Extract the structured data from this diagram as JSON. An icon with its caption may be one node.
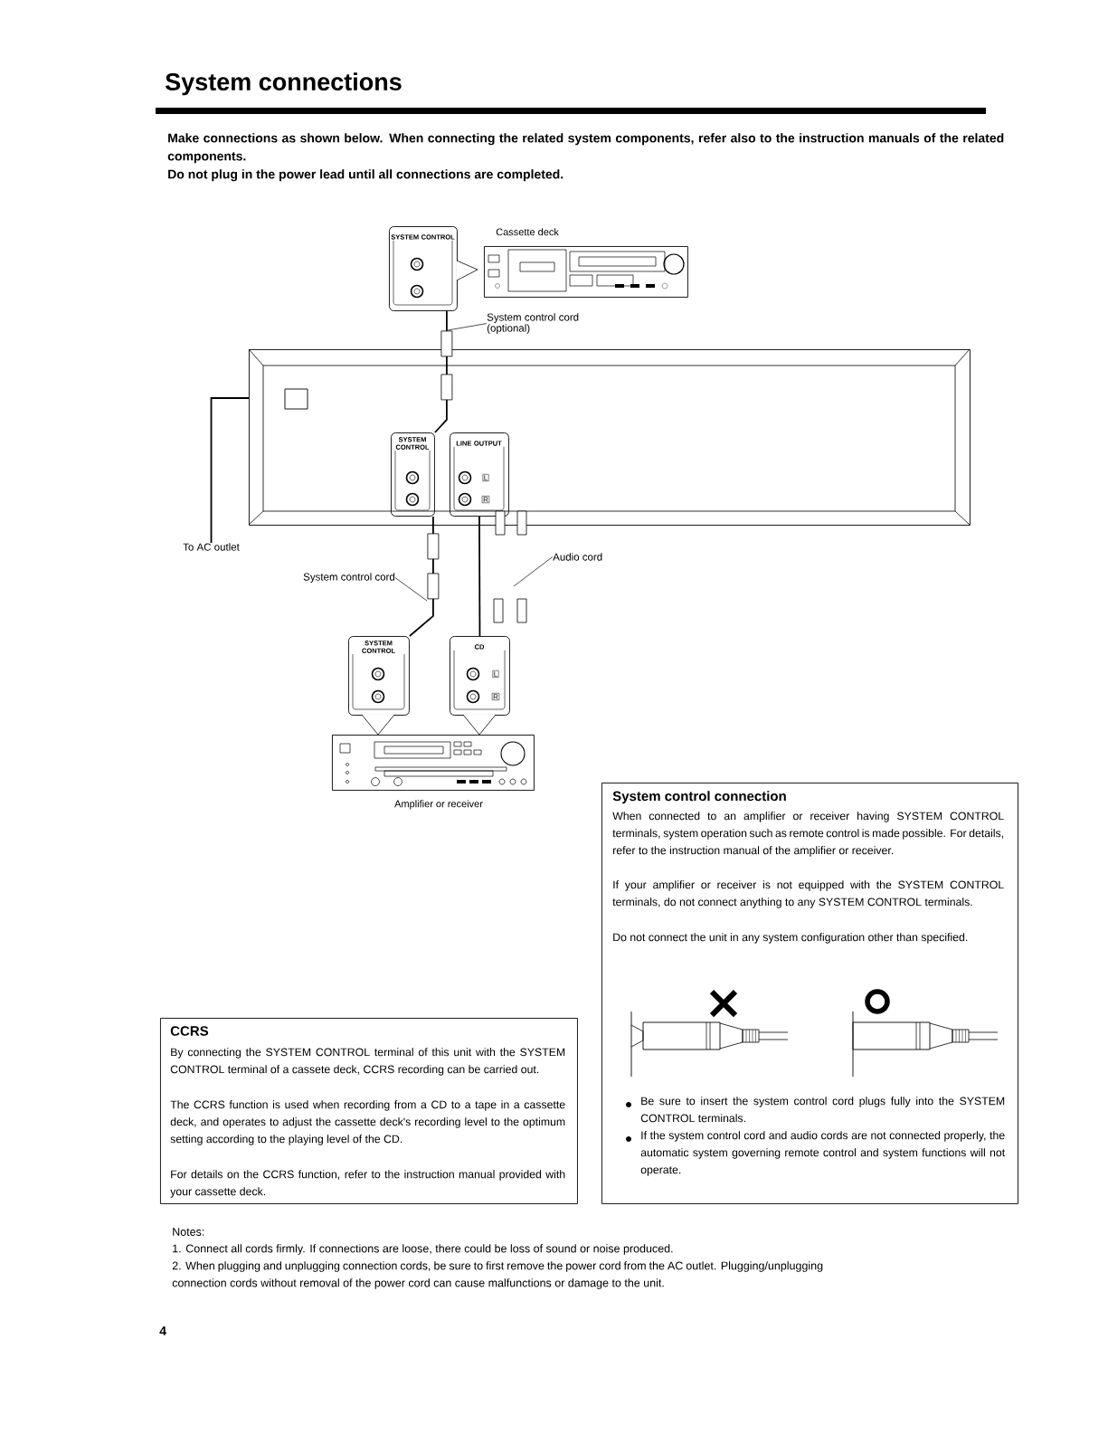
{
  "diagram": {
    "title": "System connections",
    "nodes": [
      {
        "text": [
          "SYSTEM CONTROL"
        ]
      },
      {
        "text": [
          "Cassette deck"
        ]
      },
      {
        "text": [
          "System control cord (optional)"
        ]
      },
      {
        "text": [],
        "shape": "box"
      },
      {
        "text": [
          "SYSTEM CONTROL"
        ],
        "in": 3
      },
      {
        "text": [
          "LINE OUTPUT",
          "L",
          "R"
        ],
        "in": 3
      },
      {
        "text": [
          "To AC outlet"
        ]
      },
      {
        "text": [
          "Audio cord"
        ]
      },
      {
        "text": [
          "System control cord"
        ]
      },
      {
        "text": [
          "SYSTEM CONTROL"
        ]
      },
      {
        "text": [
          "CD",
          "L",
          "R"
        ]
      },
      {
        "text": [
          "Amplifier or receiver"
        ]
      },
      {
        "text": [
          "System control connection",
          "When connected to an amplifier or receiver having SYSTEM CONTROL terminals, system operation such as remote control is made possible. For details, refer to the instruction manual of the amplifier or receiver.",
          "If your amplifier or receiver is not equipped with the SYSTEM CONTROL terminals, do not connect anything to any SYSTEM CONTROL terminals.",
          "Do not connect the unit in any system configuration other than specified.",
          "Be sure to insert the system control cord plugs fully into the SYSTEM CONTROL terminals.",
          "If the system control cord and audio cords are not connected properly, the automatic system governing remote control and system functions will not operate."
        ]
      },
      {
        "text": [
          "CCRS",
          "By connecting the SYSTEM CONTROL terminal of this unit with the SYSTEM CONTROL terminal of a cassete deck, CCRS recording can be carried out.",
          "The CCRS function is used when recording from a CD to a tape in a cassette deck, and operates to adjust the cassette deck's recording level to the optimum setting according to the playing level of the CD.",
          "For details on the CCRS function, refer to the instruction manual provided with your cassette deck."
        ]
      }
    ],
    "edges": [
      {
        "from": 0,
        "to": 4,
        "arrow": "none"
      },
      {
        "from": 4,
        "to": 9,
        "arrow": "none"
      },
      {
        "from": 5,
        "to": 10,
        "arrow": "none"
      },
      {
        "from": 3,
        "to": 6,
        "arrow": "none"
      },
      {
        "from": 2,
        "to": null,
        "arrow": "none"
      },
      {
        "from": 8,
        "to": null,
        "arrow": "none"
      },
      {
        "from": 7,
        "to": null,
        "arrow": "none"
      }
    ],
    "labels": [
      "Make connections as shown below. When connecting the related system components, refer also to the instruction manuals of the related components.",
      "Do not plug in the power lead until all connections are completed.",
      "Notes:",
      "1. Connect all cords firmly. If connections are loose, there could be loss of sound or noise produced.",
      "2. When plugging and unplugging connection cords, be sure to first remove the power cord from the AC outlet. Plugging/unplugging connection cords without removal of the power cord can cause malfunctions or damage to the unit.",
      "4"
    ]
  }
}
